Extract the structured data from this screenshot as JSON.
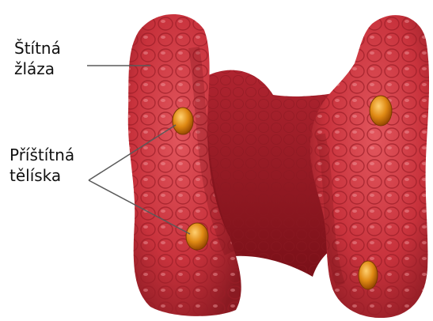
{
  "labels": {
    "thyroid_line1": "Štítná",
    "thyroid_line2": "žláza",
    "parathyroid_line1": "Příštítná",
    "parathyroid_line2": "tělíska"
  },
  "colors": {
    "tissue_base": "#c8323c",
    "tissue_dark": "#7a1018",
    "tissue_light": "#ea7a80",
    "gland": "#e08a14",
    "leader_line": "#5a5a5a"
  }
}
